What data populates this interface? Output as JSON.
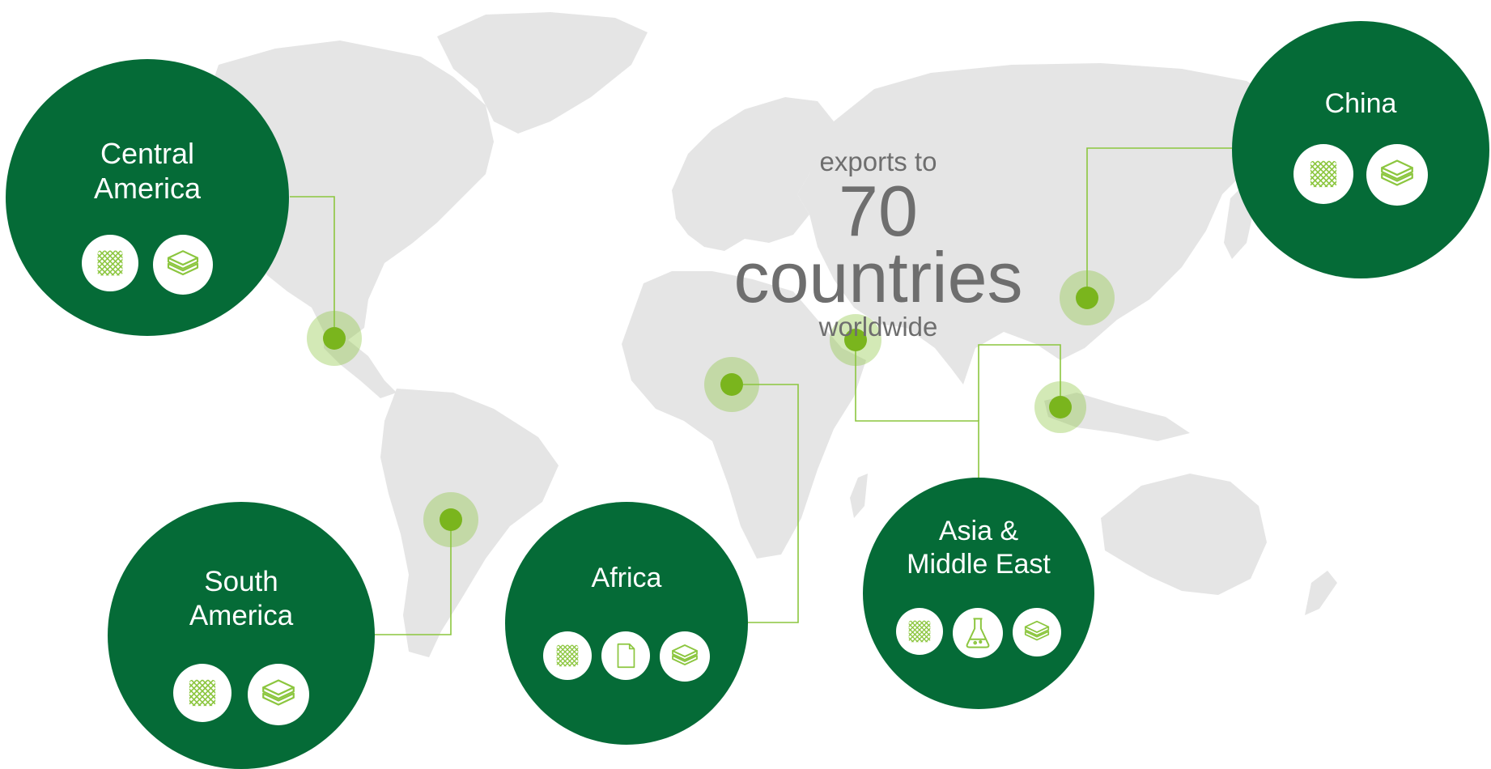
{
  "headline": {
    "line1": "exports to",
    "line2": "70 countries",
    "line3": "worldwide"
  },
  "colors": {
    "circle": "#056b37",
    "accent": "#8cc63f",
    "dot": "#7ab51d",
    "land": "#e5e5e5",
    "headline_text": "#6e6e6e"
  },
  "regions": [
    {
      "id": "central-america",
      "title_lines": [
        "Central",
        "America"
      ],
      "icons": [
        "mesh-icon",
        "layers-icon"
      ]
    },
    {
      "id": "south-america",
      "title_lines": [
        "South",
        "America"
      ],
      "icons": [
        "mesh-icon",
        "layers-icon"
      ]
    },
    {
      "id": "africa",
      "title_lines": [
        "Africa"
      ],
      "icons": [
        "mesh-icon",
        "document-icon",
        "layers-icon"
      ]
    },
    {
      "id": "asia-middle-east",
      "title_lines": [
        "Asia &",
        "Middle East"
      ],
      "icons": [
        "mesh-icon",
        "flask-icon",
        "layers-icon"
      ]
    },
    {
      "id": "china",
      "title_lines": [
        "China"
      ],
      "icons": [
        "mesh-icon",
        "layers-icon"
      ]
    }
  ]
}
